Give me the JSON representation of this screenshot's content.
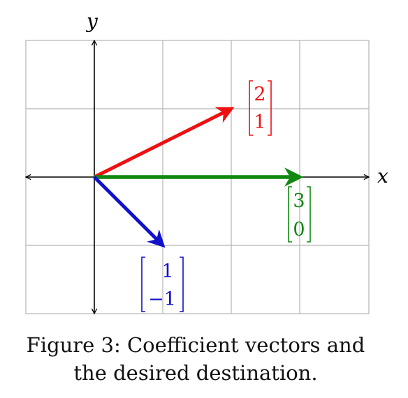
{
  "figure": {
    "axes": {
      "x_label": "x",
      "y_label": "y"
    },
    "grid": {
      "x_range": [
        -1,
        4
      ],
      "y_range": [
        -2,
        2
      ],
      "step": 1
    },
    "vectors": [
      {
        "id": "red",
        "components": [
          "2",
          "1"
        ],
        "head": [
          2,
          1
        ],
        "color": "#ee1111"
      },
      {
        "id": "green",
        "components": [
          "3",
          "0"
        ],
        "head": [
          3,
          0
        ],
        "color": "#118811"
      },
      {
        "id": "blue",
        "components": [
          "1",
          "−1"
        ],
        "head": [
          1,
          -1
        ],
        "color": "#1111cc"
      }
    ],
    "caption": {
      "line1": "Figure 3: Coefficient vectors and",
      "line2": "the desired destination."
    }
  }
}
